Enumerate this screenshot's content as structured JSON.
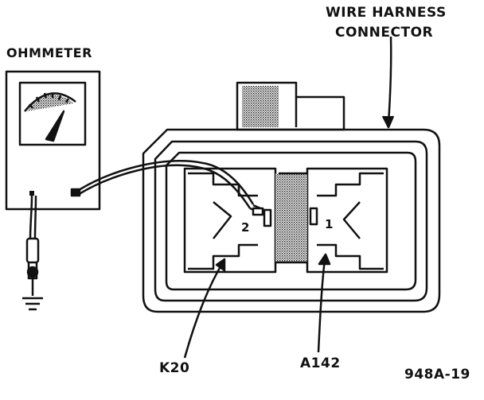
{
  "labels": {
    "ohmmeter": "OHMMETER",
    "wire_harness_line1": "WIRE HARNESS",
    "wire_harness_line2": "CONNECTOR",
    "k20": "K20",
    "a142": "A142",
    "pin2": "2",
    "pin1": "1",
    "figure_id": "948A-19"
  },
  "icons": {
    "meter": "ohmmeter-icon",
    "ground": "ground-symbol-icon",
    "probe": "test-probe-icon"
  },
  "colors": {
    "ink": "#111111",
    "background": "#ffffff"
  }
}
